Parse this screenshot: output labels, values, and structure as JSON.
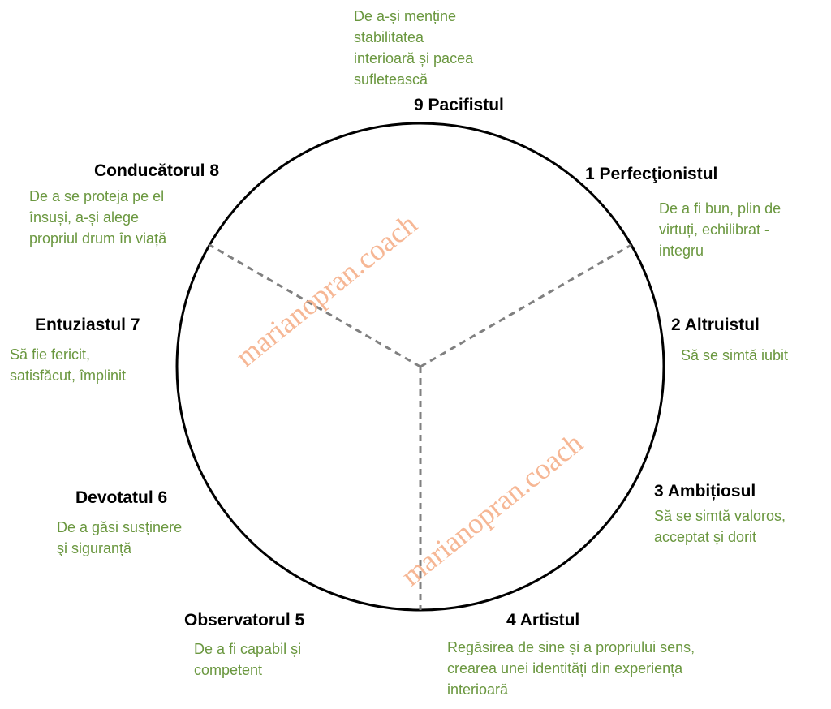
{
  "types": [
    {
      "title": "9 Pacifistul",
      "desc": [
        "De a-și menține",
        "stabilitatea",
        "interioară și pacea",
        "sufletească"
      ]
    },
    {
      "title": "1 Perfecţionistul",
      "desc": [
        "De a fi bun, plin de",
        "virtuți, echilibrat -",
        "integru"
      ]
    },
    {
      "title": "2 Altruistul",
      "desc": [
        "Să se simtă iubit"
      ]
    },
    {
      "title": "3 Ambițiosul",
      "desc": [
        "Să se simtă valoros,",
        "acceptat și dorit"
      ]
    },
    {
      "title": "4 Artistul",
      "desc": [
        "Regăsirea de sine și a propriului sens,",
        "crearea unei identități din experiența",
        "interioară"
      ]
    },
    {
      "title": "Observatorul 5",
      "desc": [
        "De a fi capabil și",
        "competent"
      ]
    },
    {
      "title": "Devotatul 6",
      "desc": [
        "De a găsi susținere",
        "şi siguranță"
      ]
    },
    {
      "title": "Entuziastul 7",
      "desc": [
        "Să fie fericit,",
        "satisfăcut, împlinit"
      ]
    },
    {
      "title": "Conducătorul 8",
      "desc": [
        "De a se proteja pe el",
        "însuși, a-și alege",
        "propriul drum în viață"
      ]
    }
  ],
  "watermark": "marianopran.coach",
  "colors": {
    "title": "#000000",
    "description": "#6a973f",
    "circle": "#000000",
    "divider": "#808080",
    "watermark": "#f6b08a"
  }
}
